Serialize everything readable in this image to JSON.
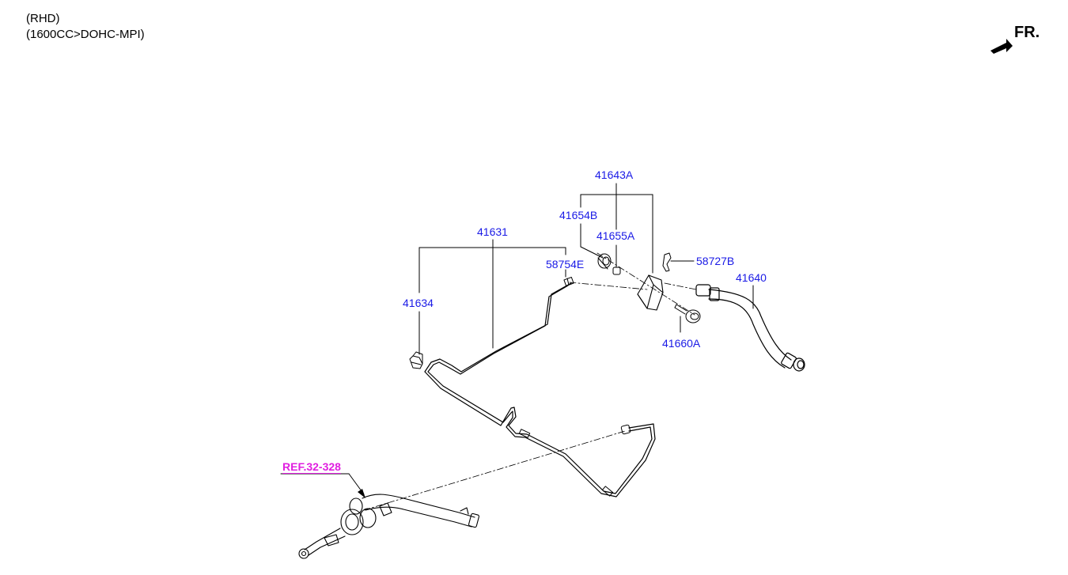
{
  "header": {
    "line1": "(RHD)",
    "line2": "(1600CC>DOHC-MPI)"
  },
  "direction": {
    "label": "FR.",
    "icon": "front-arrow-icon"
  },
  "colors": {
    "part_number": "#1a1ae6",
    "reference": "#e01ee0",
    "line": "#000000"
  },
  "callouts": {
    "p41643A": "41643A",
    "p41654B": "41654B",
    "p41655A": "41655A",
    "p41631": "41631",
    "p58754E": "58754E",
    "p58727B": "58727B",
    "p41640": "41640",
    "p41634": "41634",
    "p41660A": "41660A",
    "ref": "REF.32-328"
  }
}
